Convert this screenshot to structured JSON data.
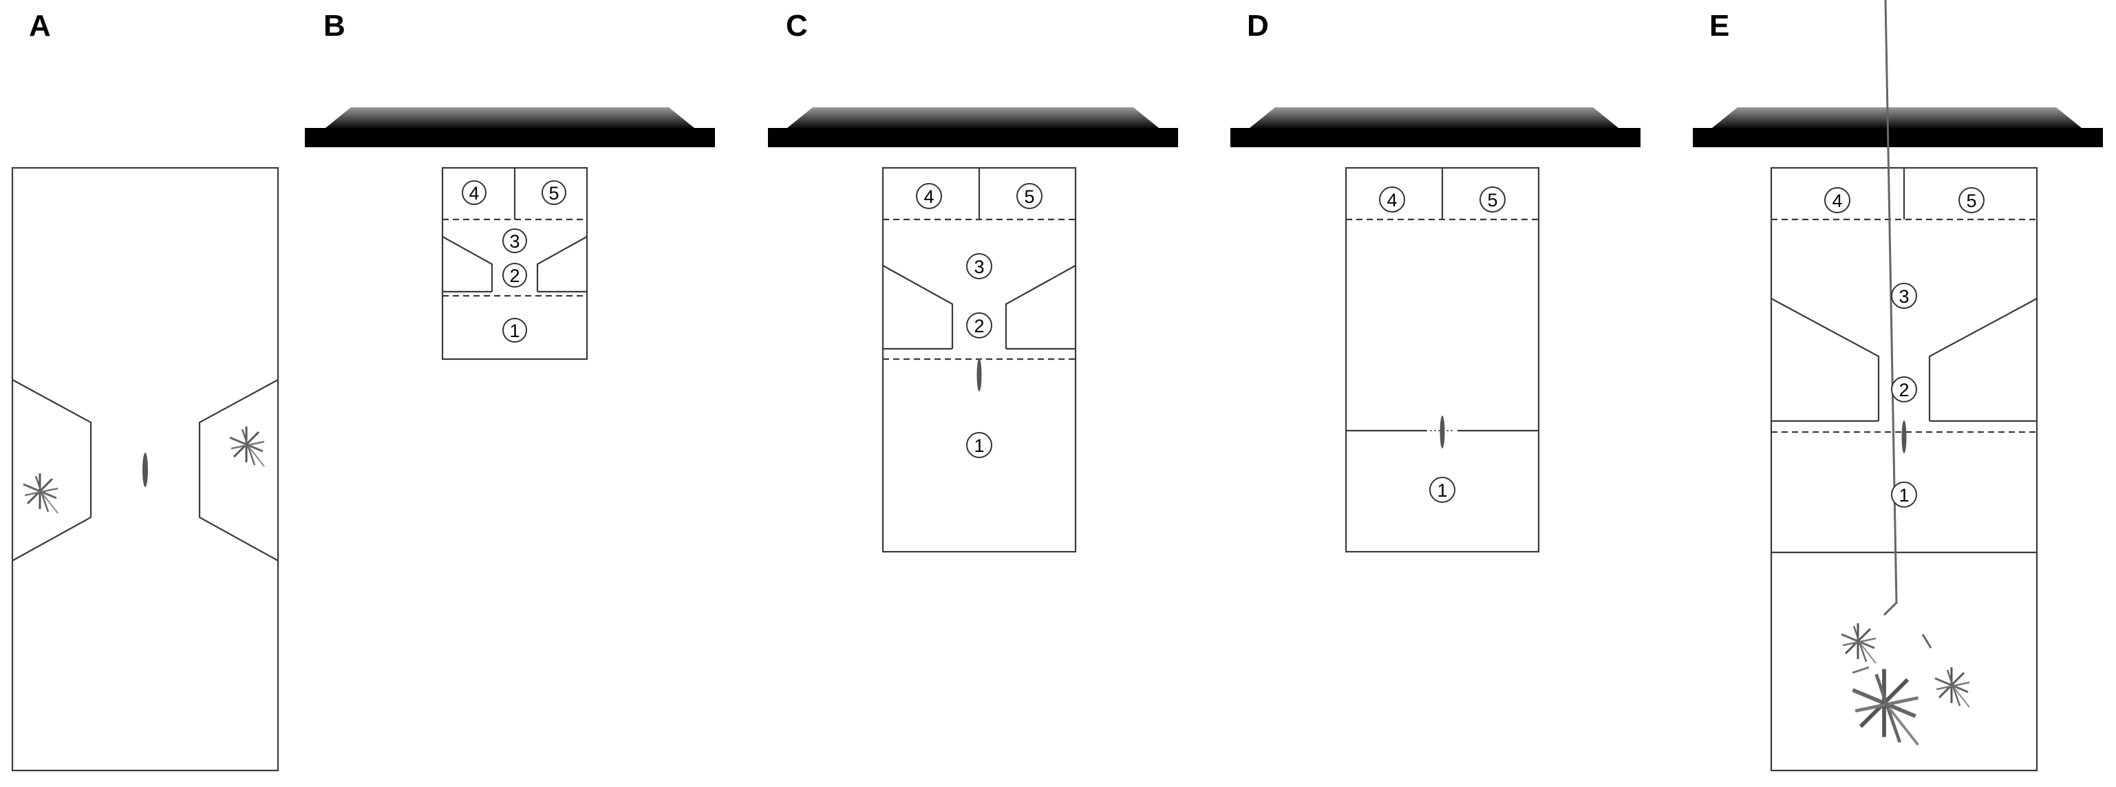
{
  "panels": [
    {
      "id": "A",
      "label": "A"
    },
    {
      "id": "B",
      "label": "B",
      "regions": [
        "4",
        "5",
        "3",
        "2",
        "1"
      ]
    },
    {
      "id": "C",
      "label": "C",
      "regions": [
        "4",
        "5",
        "3",
        "2",
        "1"
      ]
    },
    {
      "id": "D",
      "label": "D",
      "regions": [
        "4",
        "5",
        "1"
      ]
    },
    {
      "id": "E",
      "label": "E",
      "regions": [
        "4",
        "5",
        "3",
        "2",
        "1"
      ]
    }
  ],
  "colors": {
    "line": "#3a3a3a",
    "bar_dark": "#000000",
    "bar_light": "#8c8c8c",
    "cell": "#555555"
  }
}
